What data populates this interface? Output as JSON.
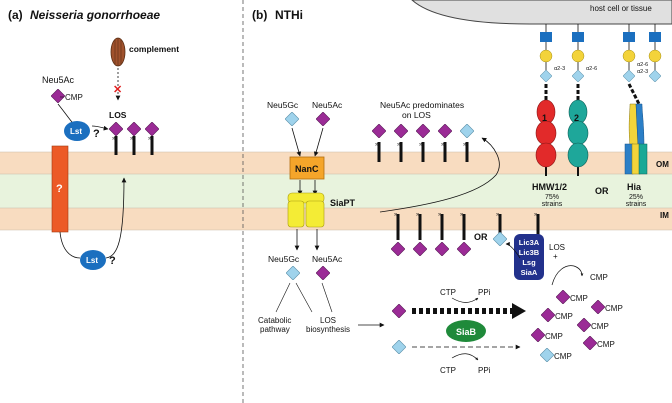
{
  "panel_a": {
    "label": "(a)",
    "title": "Neisseria gonorrhoeae",
    "neu5ac": "Neu5Ac",
    "cmp": "CMP",
    "complement": "complement",
    "los": "LOS",
    "lst_top": "Lst",
    "lst_bottom": "Lst",
    "q1": "?",
    "q2": "?",
    "q3": "?"
  },
  "panel_b": {
    "label": "(b)",
    "title": "NTHi",
    "host": "host cell or tissue",
    "neu5gc_top": "Neu5Gc",
    "neu5ac_top": "Neu5Ac",
    "predom_1": "Neu5Ac predominates",
    "predom_2": "on LOS",
    "nanc": "NanC",
    "siapt": "SiaPT",
    "om": "OM",
    "im": "IM",
    "neu5gc_mid": "Neu5Gc",
    "neu5ac_mid": "Neu5Ac",
    "catabolic_1": "Catabolic",
    "catabolic_2": "pathway",
    "losbio_1": "LOS",
    "losbio_2": "biosynthesis",
    "ctp_top": "CTP",
    "ppi_top": "PPi",
    "ctp_bot": "CTP",
    "ppi_bot": "PPi",
    "siab": "SiaB",
    "or_im": "OR",
    "lic": [
      "Lic3A",
      "Lic3B",
      "Lsg",
      "SiaA"
    ],
    "los_plus_1": "LOS",
    "los_plus_2": "+",
    "cmp_out": "CMP",
    "cmp_labels": [
      "CMP",
      "CMP",
      "CMP",
      "CMP",
      "CMP",
      "CMP",
      "CMP"
    ],
    "link_a23": "α2-3",
    "link_a26": "α2-6",
    "hmw_num_1": "1",
    "hmw_num_2": "2",
    "hmw": "HMW1/2",
    "hmw_pct": "75%",
    "hmw_strains": "strains",
    "or_adh": "OR",
    "hia": "Hia",
    "hia_pct": "25%",
    "hia_strains": "strains"
  },
  "colors": {
    "membrane": "#f8dcc0",
    "periplasm": "#e8f3dd",
    "sia_ac": "#9b2b96",
    "sia_gc": "#9fd3ec",
    "galactose": "#f3d33a",
    "glcnac": "#1b6fbf",
    "lst": "#1b6fbf",
    "q_channel": "#ec5a26",
    "nanc": "#f5a52a",
    "siapt": "#f4ec35",
    "siab": "#1f8a3a",
    "lic_box": "#22318c",
    "hmw1": "#e22a2a",
    "hmw2": "#1ea79a",
    "hia_blue": "#2b7fc7",
    "hia_yellow": "#f2d43a",
    "hia_teal": "#19a896"
  }
}
